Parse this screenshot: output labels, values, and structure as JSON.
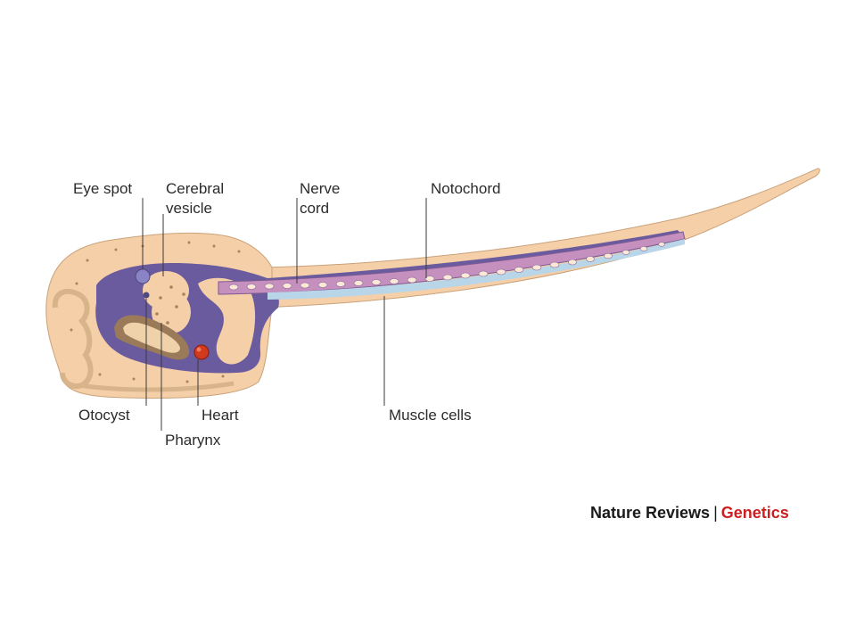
{
  "diagram": {
    "labels": {
      "eye_spot": "Eye spot",
      "cerebral_line1": "Cerebral",
      "cerebral_line2": "vesicle",
      "nerve_line1": "Nerve",
      "nerve_line2": "cord",
      "notochord": "Notochord",
      "otocyst": "Otocyst",
      "heart": "Heart",
      "pharynx": "Pharynx",
      "muscle_cells": "Muscle cells"
    },
    "colors": {
      "tissue": "#f5cfa8",
      "cavity": "#6a5b9f",
      "notochord": "#c58fbe",
      "muscle_band": "#b8d6e8",
      "heart": "#d23a1e",
      "eye_spot": "#8a84c6"
    }
  },
  "credit": {
    "journal": "Nature Reviews",
    "separator": "|",
    "subject": "Genetics",
    "journal_color": "#1a1a1a",
    "subject_color": "#cc1f1f"
  }
}
